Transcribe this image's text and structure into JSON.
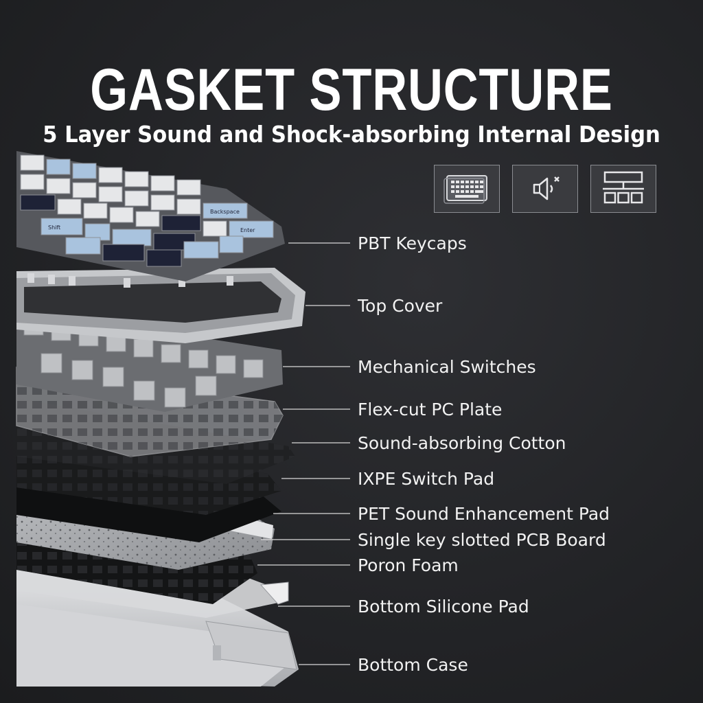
{
  "title": "GASKET STRUCTURE",
  "subtitle": "5 Layer Sound and Shock-absorbing Internal Design",
  "feature_icons": [
    "keyboard-icon",
    "mute-speaker-icon",
    "layout-grid-icon"
  ],
  "layers": [
    "PBT Keycaps",
    "Top Cover",
    "Mechanical Switches",
    "Flex-cut PC Plate",
    "Sound-absorbing Cotton",
    "IXPE Switch Pad",
    "PET Sound Enhancement Pad",
    "Single key slotted PCB Board",
    "Poron Foam",
    "Bottom Silicone Pad",
    "Bottom Case"
  ],
  "keycap_legends": [
    "Backspace",
    "Enter",
    "Shift"
  ]
}
